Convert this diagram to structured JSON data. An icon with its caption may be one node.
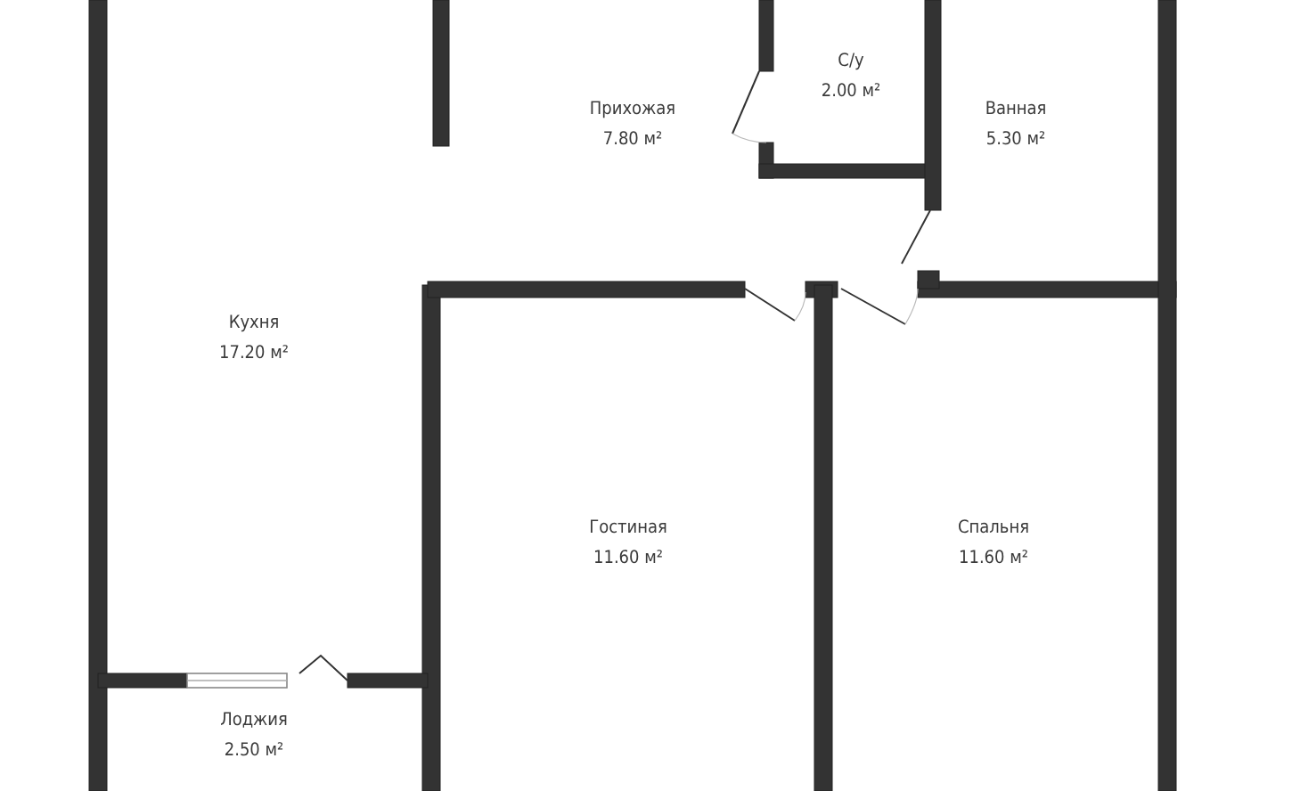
{
  "diagram": {
    "nodes": [
      {
        "text": [
          "Прихожая",
          "7.80 м²"
        ]
      },
      {
        "text": [
          "С/у",
          "2.00 м²"
        ]
      },
      {
        "text": [
          "Ванная",
          "5.30 м²"
        ]
      },
      {
        "text": [
          "Кухня",
          "17.20 м²"
        ]
      },
      {
        "text": [
          "Гостиная",
          "11.60 м²"
        ]
      },
      {
        "text": [
          "Спальня",
          "11.60 м²"
        ]
      },
      {
        "text": [
          "Лоджия",
          "2.50 м²"
        ]
      }
    ]
  }
}
